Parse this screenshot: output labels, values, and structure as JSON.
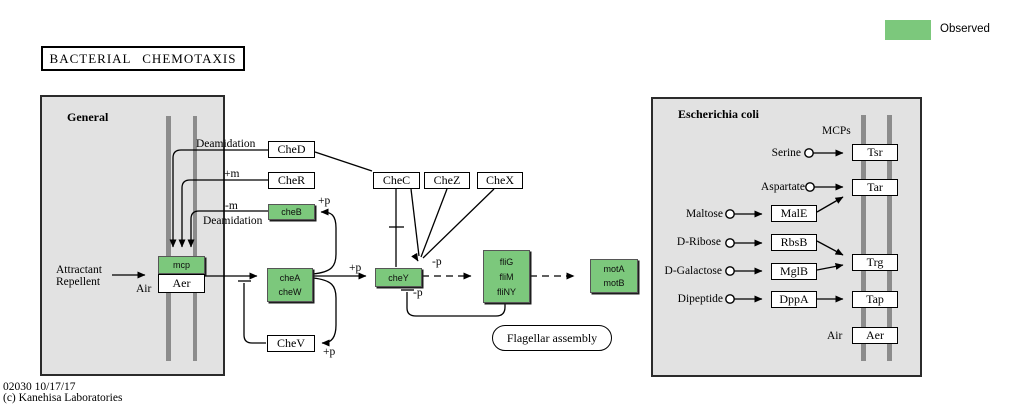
{
  "title": "BACTERIAL CHEMOTAXIS",
  "legend": {
    "label": "Observed",
    "observed_color": "#7cc87c"
  },
  "footer": {
    "id_date": "02030 10/17/17",
    "copyright": "(c) Kanehisa Laboratories"
  },
  "colors": {
    "panel_bg": "#e2e2e2",
    "membrane_gray": "#8c8c8c",
    "observed_green": "#7cc87c"
  },
  "general": {
    "title": "General",
    "attractant": "Attractant",
    "repellent": "Repellent",
    "air": "Air",
    "deamidation_top": "Deamidation",
    "deamidation_bottom": "Deamidation",
    "plus_m": "+m",
    "minus_m": "-m",
    "plus_p_cheb": "+p",
    "plus_p_chey": "+p",
    "plus_p_chev": "+p",
    "minus_p_top": "-p",
    "minus_p_bottom": "-p",
    "flagellar_assembly": "Flagellar assembly",
    "nodes": {
      "ched": "CheD",
      "cher": "CheR",
      "cheb": "cheB",
      "mcp": "mcp",
      "aer": "Aer",
      "chea": "cheA",
      "chew": "cheW",
      "chev": "CheV",
      "chec": "CheC",
      "chez": "CheZ",
      "chex": "CheX",
      "chey": "cheY",
      "flig": "fliG",
      "flim": "fliM",
      "fliny": "fliNY",
      "mota": "motA",
      "motb": "motB"
    }
  },
  "ecoli": {
    "title": "Escherichia coli",
    "mcps": "MCPs",
    "air": "Air",
    "ligands": {
      "serine": "Serine",
      "aspartate": "Aspartate",
      "maltose": "Maltose",
      "ribose": "D-Ribose",
      "galactose": "D-Galactose",
      "dipeptide": "Dipeptide"
    },
    "nodes": {
      "tsr": "Tsr",
      "tar": "Tar",
      "male": "MalE",
      "rbsb": "RbsB",
      "mglb": "MglB",
      "dppa": "DppA",
      "trg": "Trg",
      "tap": "Tap",
      "aer": "Aer"
    }
  }
}
